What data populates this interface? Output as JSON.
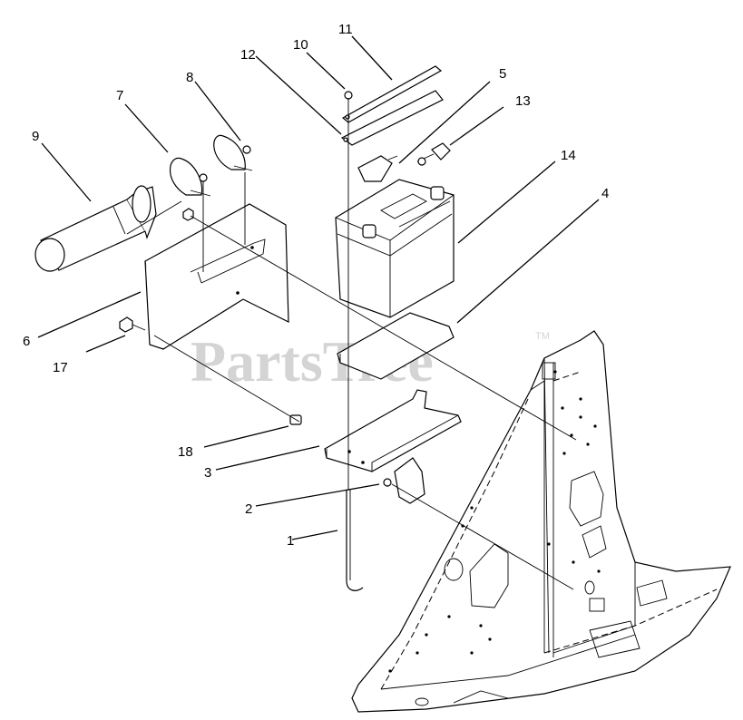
{
  "watermark": {
    "text": "PartsTree",
    "tm": "TM"
  },
  "callouts": [
    {
      "num": "1"
    },
    {
      "num": "2"
    },
    {
      "num": "3"
    },
    {
      "num": "4"
    },
    {
      "num": "5"
    },
    {
      "num": "6"
    },
    {
      "num": "7"
    },
    {
      "num": "8"
    },
    {
      "num": "9"
    },
    {
      "num": "10"
    },
    {
      "num": "11"
    },
    {
      "num": "12"
    },
    {
      "num": "13"
    },
    {
      "num": "14"
    },
    {
      "num": "17"
    },
    {
      "num": "18"
    }
  ]
}
